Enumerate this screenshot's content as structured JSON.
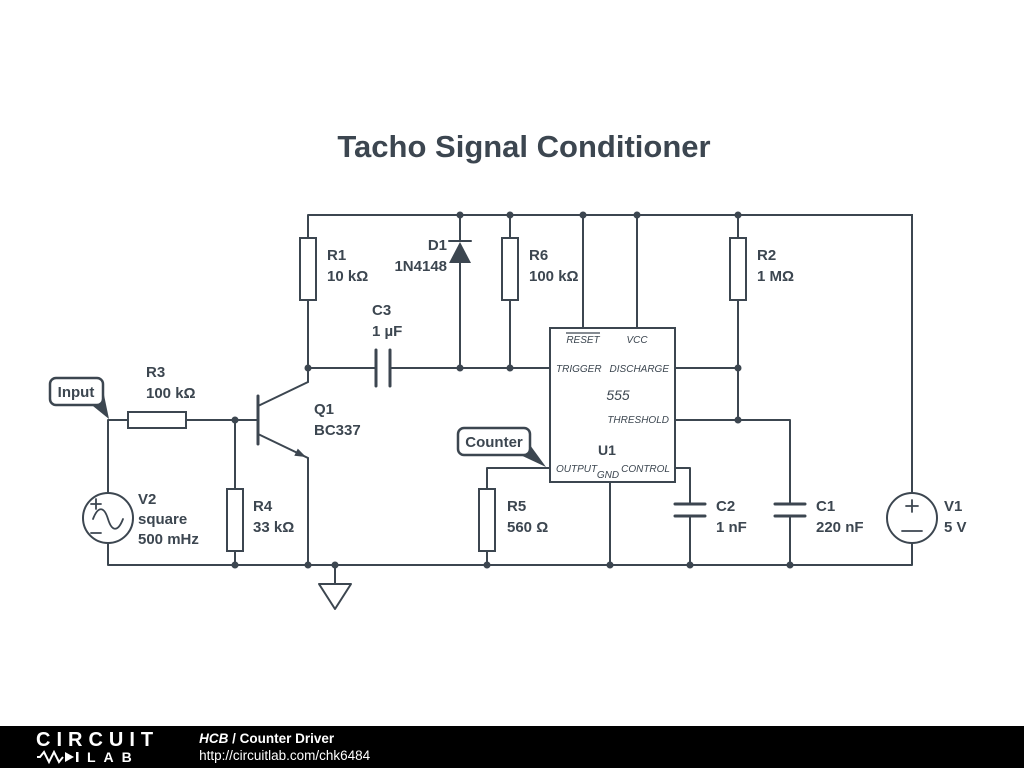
{
  "title": "Tacho Signal Conditioner",
  "flags": {
    "input": "Input",
    "counter": "Counter"
  },
  "components": {
    "r1": {
      "ref": "R1",
      "value": "10 kΩ"
    },
    "d1": {
      "ref": "D1",
      "value": "1N4148"
    },
    "r6": {
      "ref": "R6",
      "value": "100 kΩ"
    },
    "r2": {
      "ref": "R2",
      "value": "1 MΩ"
    },
    "c3": {
      "ref": "C3",
      "value": "1 µF"
    },
    "r3": {
      "ref": "R3",
      "value": "100 kΩ"
    },
    "q1": {
      "ref": "Q1",
      "value": "BC337"
    },
    "r4": {
      "ref": "R4",
      "value": "33 kΩ"
    },
    "v2": {
      "ref": "V2",
      "value": "square",
      "value2": "500 mHz"
    },
    "r5": {
      "ref": "R5",
      "value": "560 Ω"
    },
    "c2": {
      "ref": "C2",
      "value": "1 nF"
    },
    "c1": {
      "ref": "C1",
      "value": "220 nF"
    },
    "v1": {
      "ref": "V1",
      "value": "5 V"
    }
  },
  "ic": {
    "ref": "U1",
    "part": "555",
    "pins": {
      "reset": "RESET",
      "vcc": "VCC",
      "trigger": "TRIGGER",
      "discharge": "DISCHARGE",
      "threshold": "THRESHOLD",
      "output": "OUTPUT",
      "control": "CONTROL",
      "gnd": "GND"
    }
  },
  "footer": {
    "logo_top": "CIRCUIT",
    "logo_bottom": "LAB",
    "author": "HCB",
    "separator": " / ",
    "circuit_name": "Counter Driver",
    "url": "http://circuitlab.com/chk6484"
  },
  "colors": {
    "ink": "#3c4650",
    "background": "#ffffff",
    "footer_bg": "#000000",
    "footer_text": "#ffffff"
  }
}
